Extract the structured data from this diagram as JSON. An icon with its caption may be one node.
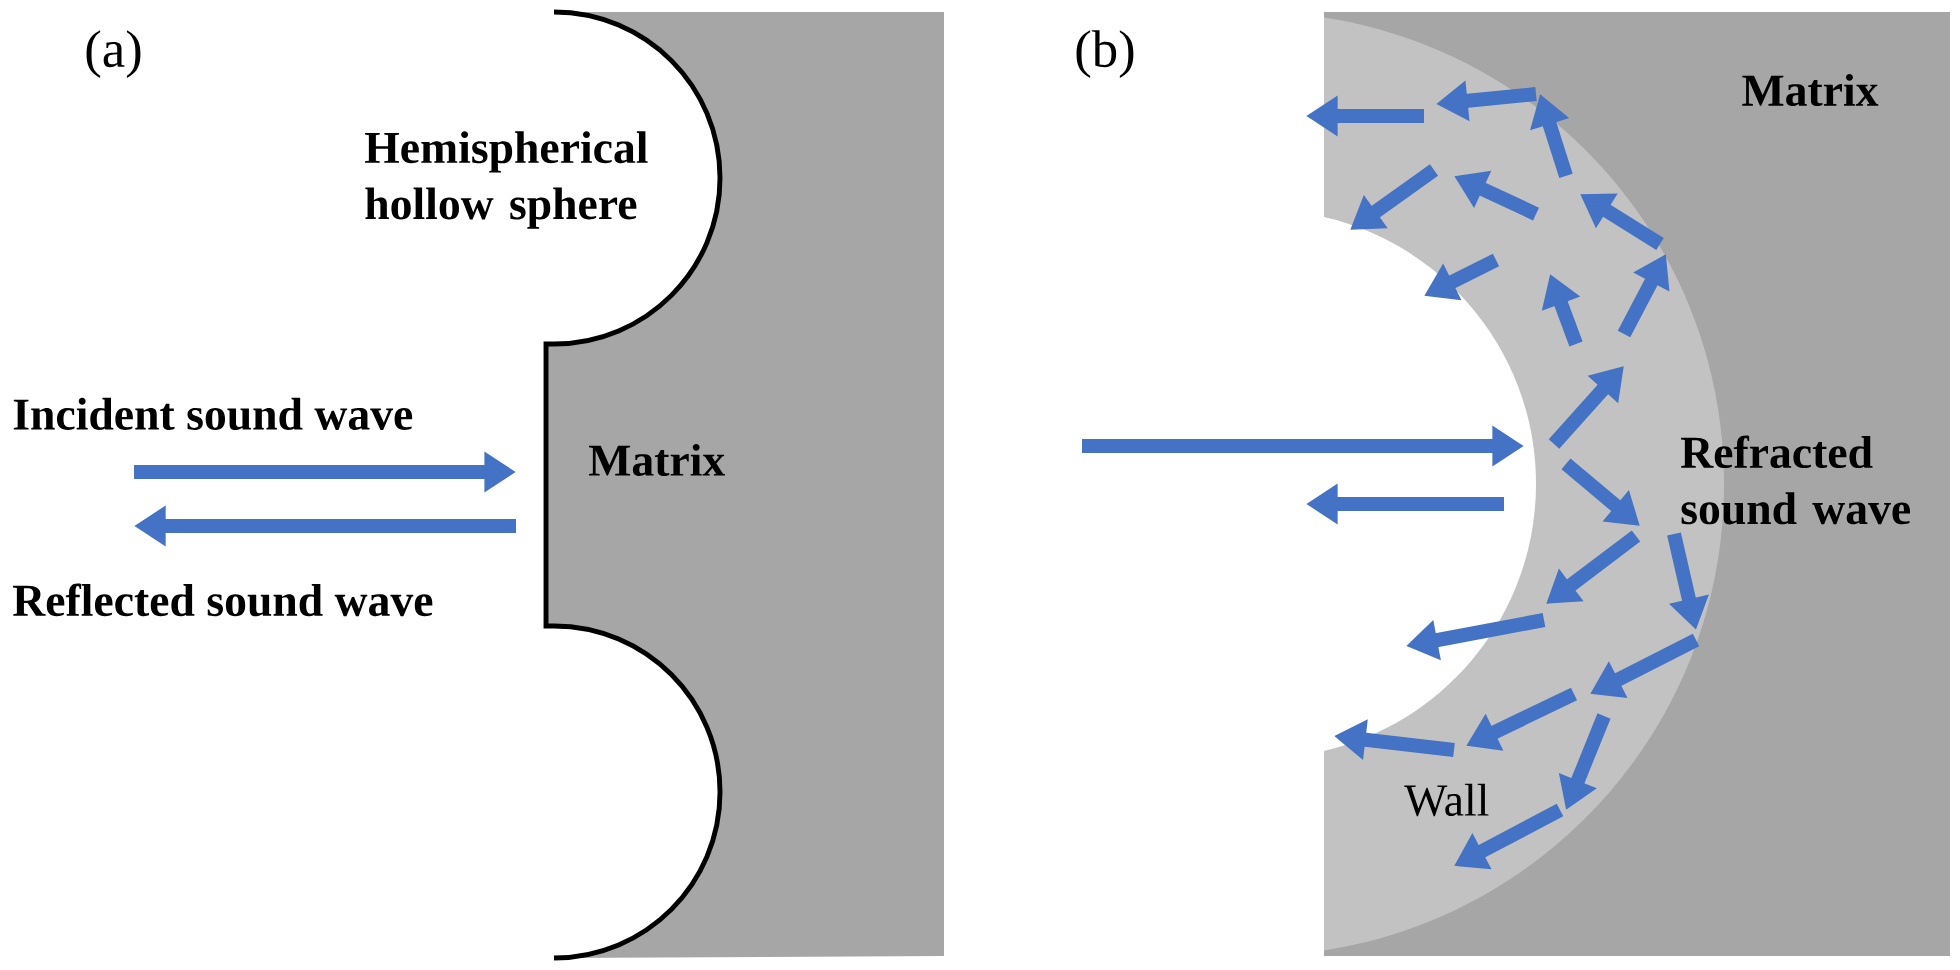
{
  "diagram": {
    "labels": [
      "(a)",
      "Hemispherical hollow sphere",
      "Incident sound wave",
      "Matrix",
      "Reflected sound wave",
      "(b)",
      "Matrix",
      "Refracted sound wave",
      "Wall"
    ]
  }
}
